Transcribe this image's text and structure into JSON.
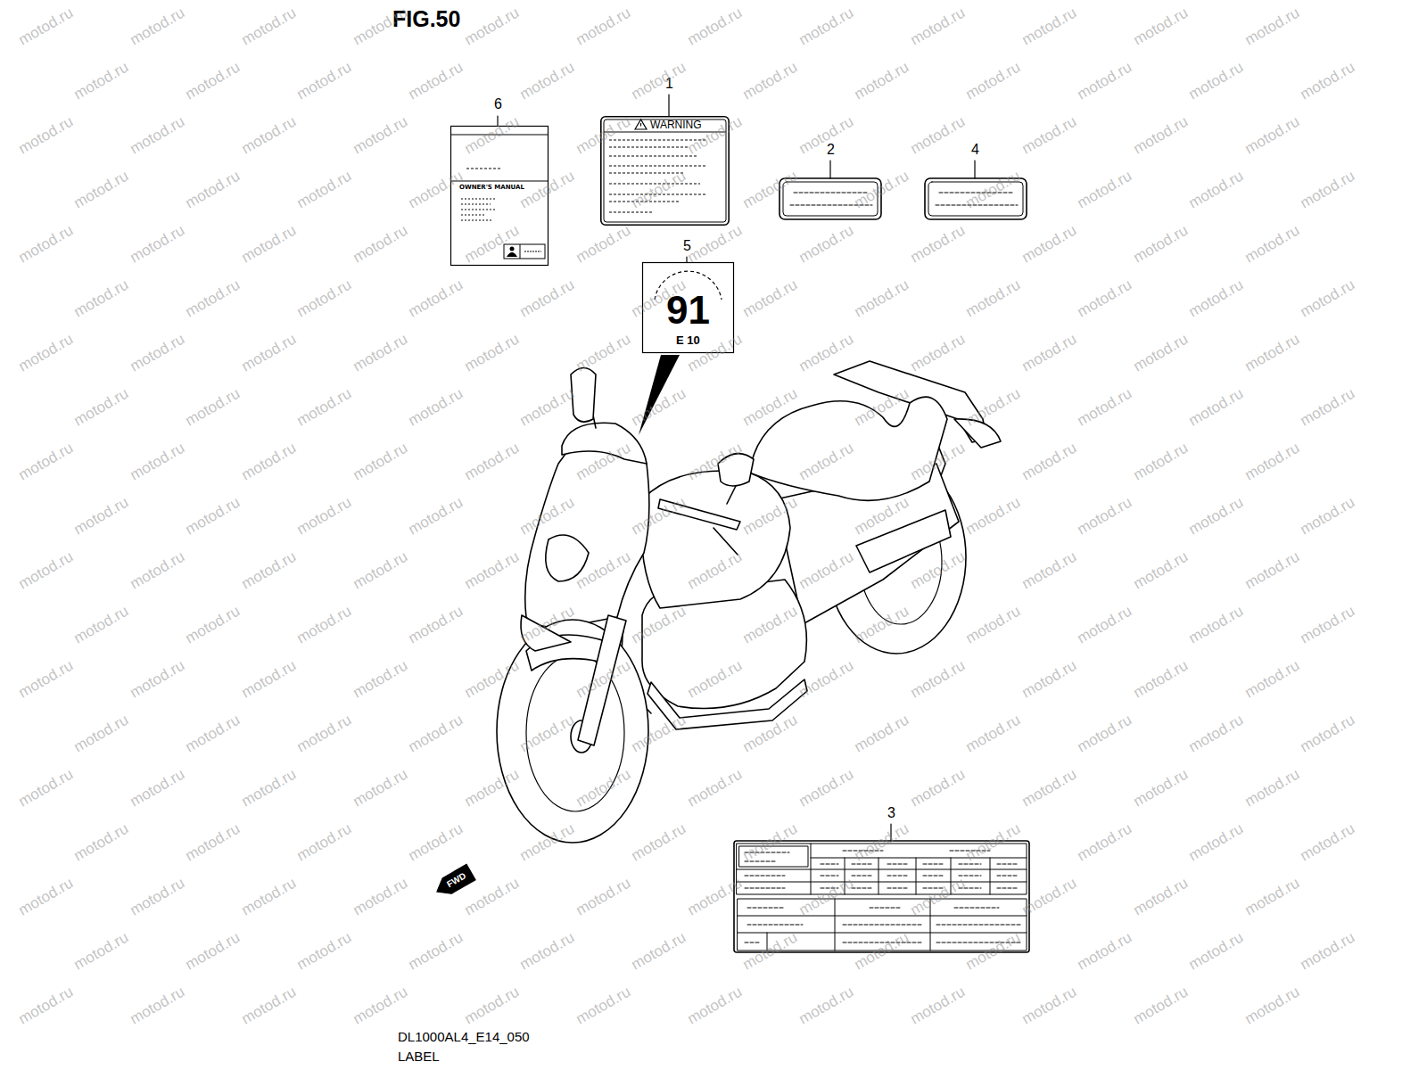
{
  "diagram": {
    "title": "FIG.50",
    "caption": "LABEL",
    "nodes": [
      {
        "text": [
          "OWNER'S MANUAL"
        ]
      },
      {
        "text": [
          "WARNING"
        ]
      },
      {
        "text": [
          "91",
          "E 10"
        ]
      },
      {
        "text": [
          "FWD"
        ]
      }
    ],
    "labels": [
      "6",
      "1",
      "2",
      "4",
      "5",
      "3",
      "DL1000AL4_E14_050",
      "motod.ru",
      "motod.ru",
      "motod.ru",
      "motod.ru",
      "motod.ru",
      "motod.ru",
      "motod.ru",
      "motod.ru",
      "motod.ru",
      "motod.ru",
      "motod.ru",
      "motod.ru",
      "motod.ru",
      "motod.ru",
      "motod.ru",
      "motod.ru",
      "motod.ru",
      "motod.ru",
      "motod.ru",
      "motod.ru",
      "motod.ru",
      "motod.ru",
      "motod.ru",
      "motod.ru",
      "motod.ru",
      "motod.ru",
      "motod.ru",
      "motod.ru",
      "motod.ru",
      "motod.ru",
      "motod.ru",
      "motod.ru",
      "motod.ru",
      "motod.ru",
      "motod.ru",
      "motod.ru",
      "motod.ru",
      "motod.ru",
      "motod.ru",
      "motod.ru",
      "motod.ru",
      "motod.ru",
      "motod.ru",
      "motod.ru",
      "motod.ru",
      "motod.ru",
      "motod.ru",
      "motod.ru",
      "motod.ru",
      "motod.ru",
      "motod.ru",
      "motod.ru",
      "motod.ru",
      "motod.ru",
      "motod.ru",
      "motod.ru",
      "motod.ru",
      "motod.ru",
      "motod.ru",
      "motod.ru",
      "motod.ru",
      "motod.ru",
      "motod.ru",
      "motod.ru",
      "motod.ru",
      "motod.ru",
      "motod.ru",
      "motod.ru",
      "motod.ru",
      "motod.ru",
      "motod.ru",
      "motod.ru",
      "motod.ru",
      "motod.ru",
      "motod.ru",
      "motod.ru",
      "motod.ru",
      "motod.ru",
      "motod.ru",
      "motod.ru",
      "motod.ru",
      "motod.ru",
      "motod.ru",
      "motod.ru",
      "motod.ru",
      "motod.ru",
      "motod.ru",
      "motod.ru",
      "motod.ru",
      "motod.ru",
      "motod.ru",
      "motod.ru",
      "motod.ru",
      "motod.ru",
      "motod.ru",
      "motod.ru",
      "motod.ru",
      "motod.ru",
      "motod.ru",
      "motod.ru",
      "motod.ru",
      "motod.ru",
      "motod.ru",
      "motod.ru",
      "motod.ru",
      "motod.ru",
      "motod.ru",
      "motod.ru",
      "motod.ru",
      "motod.ru",
      "motod.ru",
      "motod.ru",
      "motod.ru",
      "motod.ru",
      "motod.ru",
      "motod.ru",
      "motod.ru",
      "motod.ru",
      "motod.ru",
      "motod.ru",
      "motod.ru",
      "motod.ru",
      "motod.ru",
      "motod.ru",
      "motod.ru",
      "motod.ru",
      "motod.ru",
      "motod.ru",
      "motod.ru",
      "motod.ru",
      "motod.ru",
      "motod.ru",
      "motod.ru",
      "motod.ru",
      "motod.ru",
      "motod.ru",
      "motod.ru",
      "motod.ru",
      "motod.ru",
      "motod.ru",
      "motod.ru",
      "motod.ru",
      "motod.ru",
      "motod.ru",
      "motod.ru",
      "motod.ru",
      "motod.ru",
      "motod.ru",
      "motod.ru",
      "motod.ru",
      "motod.ru",
      "motod.ru",
      "motod.ru",
      "motod.ru",
      "motod.ru",
      "motod.ru",
      "motod.ru",
      "motod.ru",
      "motod.ru",
      "motod.ru",
      "motod.ru",
      "motod.ru",
      "motod.ru",
      "motod.ru",
      "motod.ru",
      "motod.ru",
      "motod.ru",
      "motod.ru",
      "motod.ru",
      "motod.ru",
      "motod.ru",
      "motod.ru",
      "motod.ru",
      "motod.ru",
      "motod.ru",
      "motod.ru",
      "motod.ru",
      "motod.ru",
      "motod.ru",
      "motod.ru",
      "motod.ru",
      "motod.ru",
      "motod.ru",
      "motod.ru",
      "motod.ru",
      "motod.ru",
      "motod.ru",
      "motod.ru",
      "motod.ru",
      "motod.ru",
      "motod.ru",
      "motod.ru",
      "motod.ru",
      "motod.ru",
      "motod.ru",
      "motod.ru",
      "motod.ru",
      "motod.ru",
      "motod.ru",
      "motod.ru",
      "motod.ru",
      "motod.ru",
      "motod.ru",
      "motod.ru",
      "motod.ru",
      "motod.ru",
      "motod.ru",
      "motod.ru",
      "motod.ru",
      "motod.ru",
      "motod.ru",
      "motod.ru",
      "motod.ru",
      "motod.ru",
      "motod.ru",
      "motod.ru",
      "motod.ru",
      "motod.ru",
      "motod.ru",
      "motod.ru",
      "motod.ru",
      "motod.ru",
      "motod.ru",
      "motod.ru",
      "motod.ru",
      "motod.ru",
      "motod.ru",
      "motod.ru"
    ]
  }
}
